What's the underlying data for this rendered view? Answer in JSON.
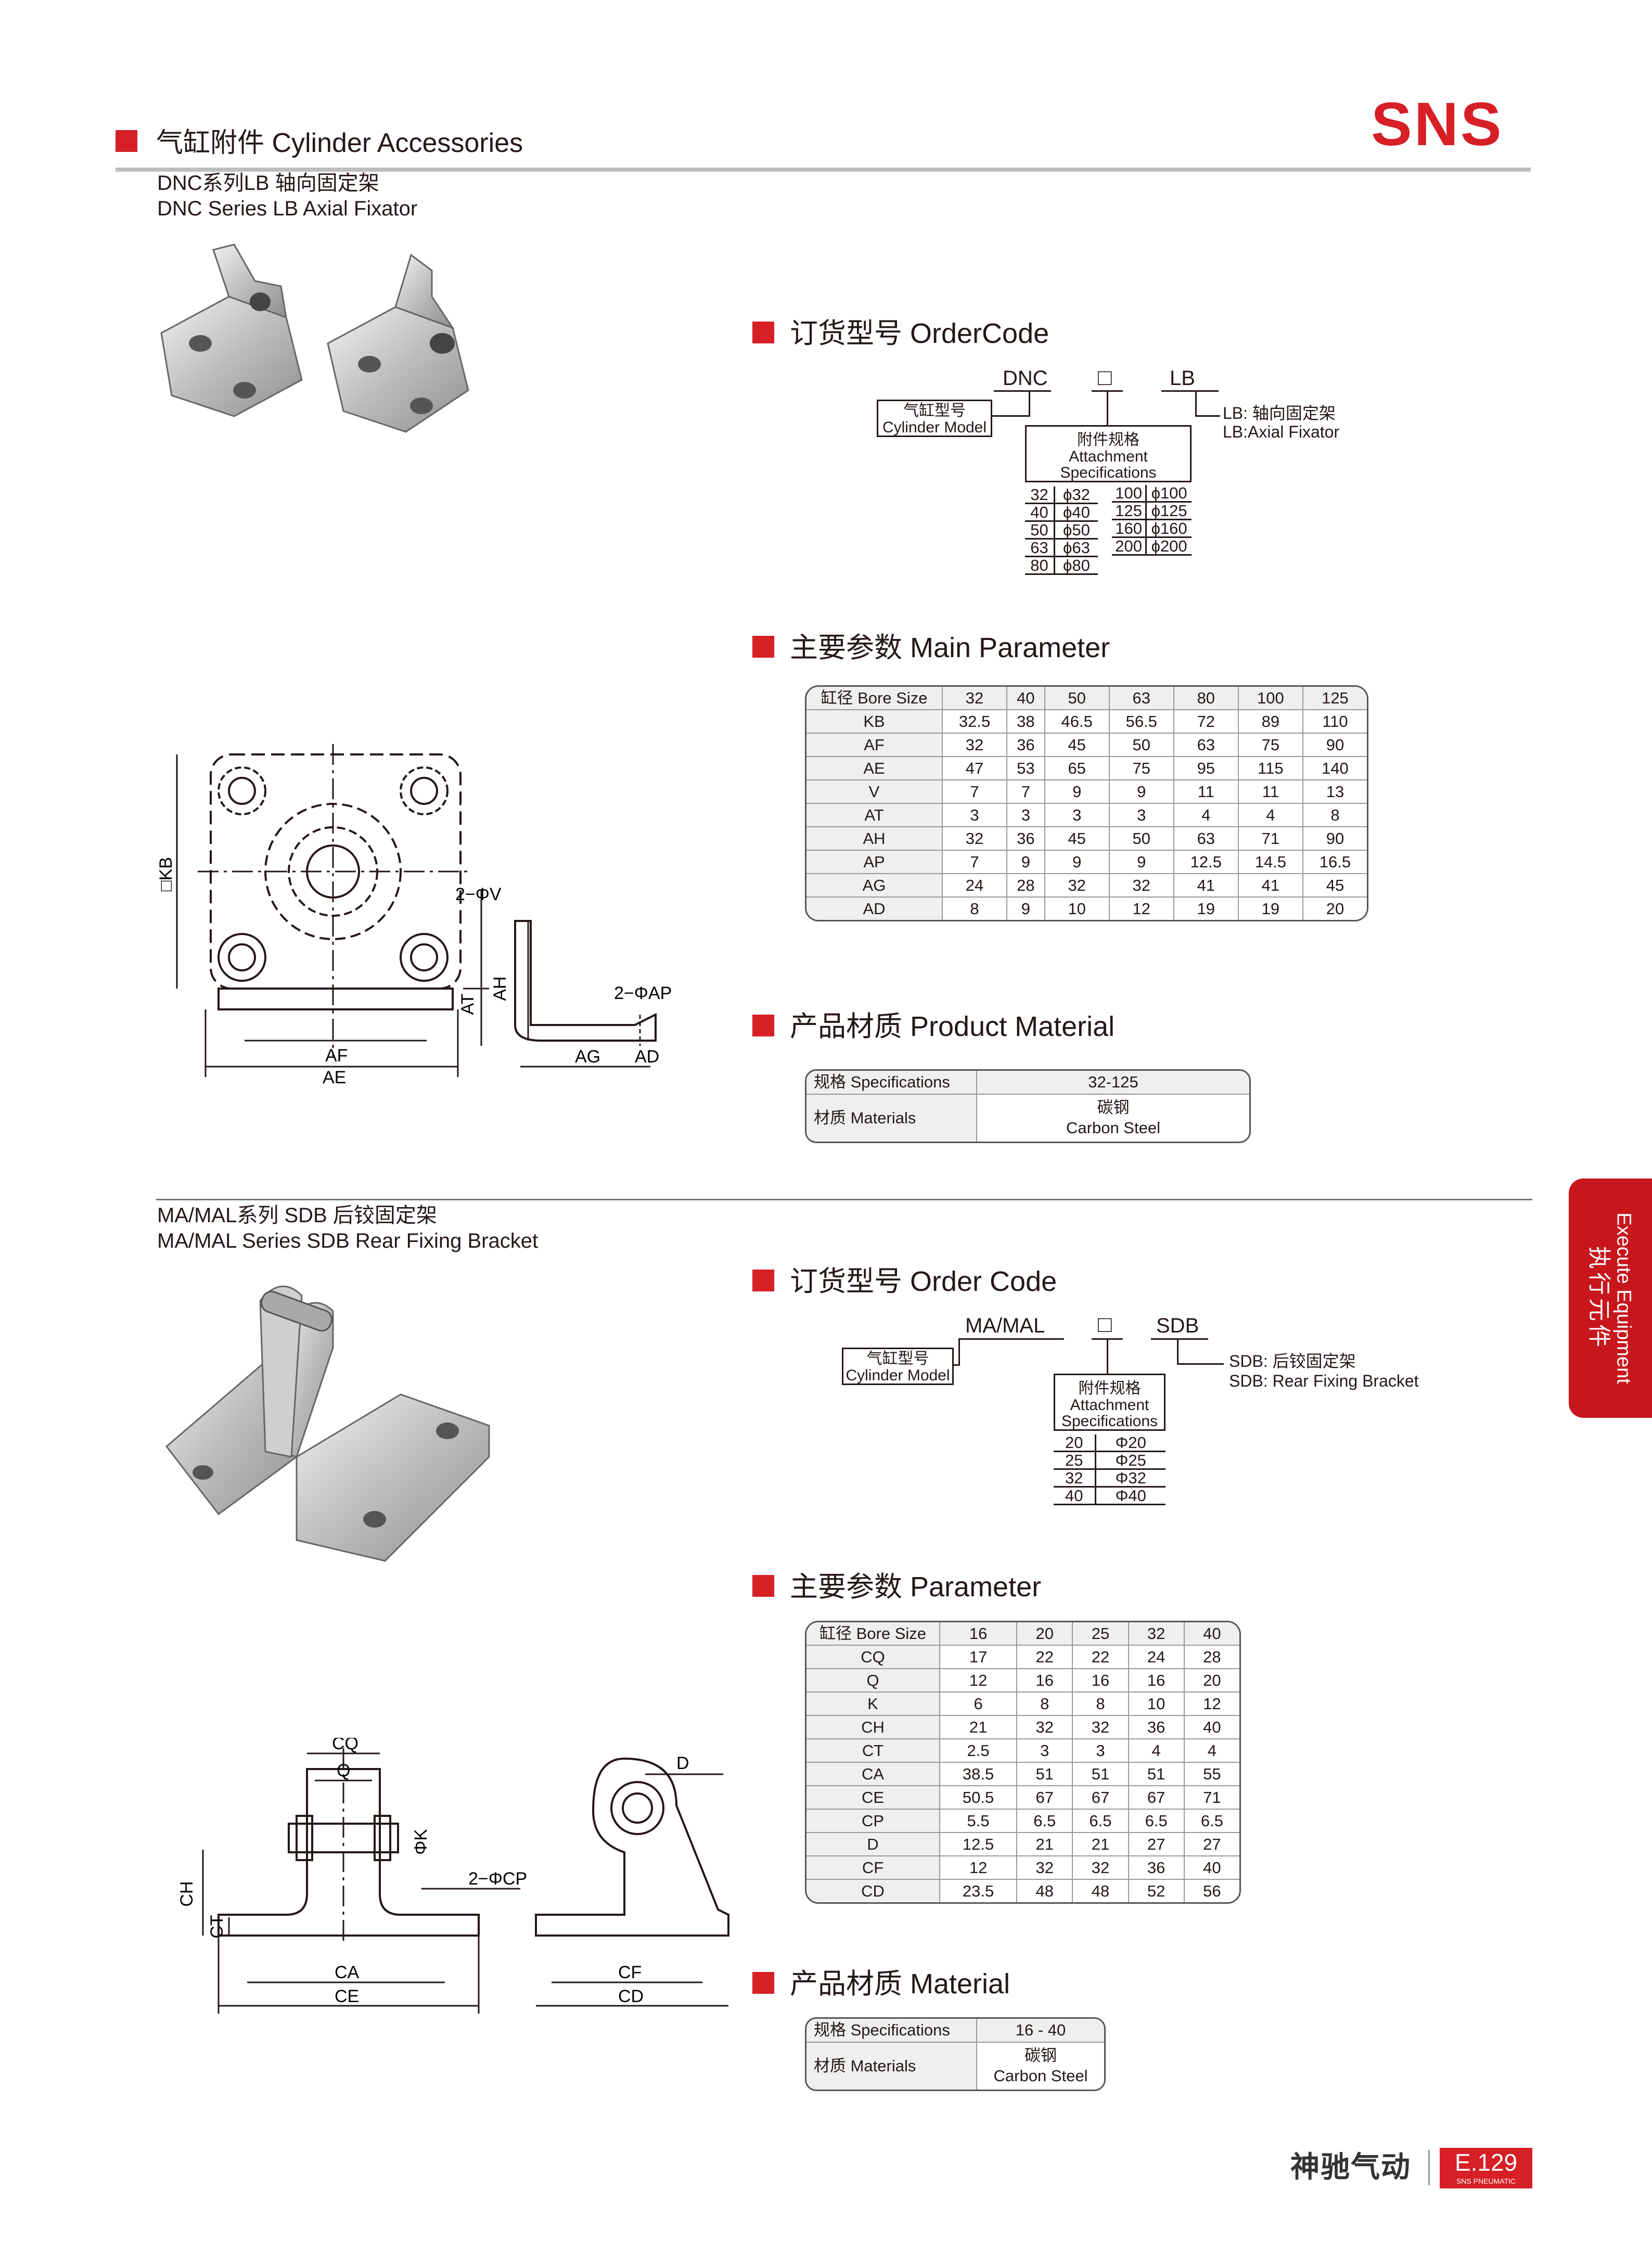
{
  "header": {
    "title": "气缸附件 Cylinder Accessories",
    "brand": "SNS"
  },
  "lb": {
    "series_cn": "DNC系列LB 轴向固定架",
    "series_en": "DNC Series LB Axial Fixator",
    "order_title": "订货型号 OrderCode",
    "code_prefix": "DNC",
    "code_box": "□",
    "code_suffix": "LB",
    "cylinder_model": "气缸型号 Cylinder Model",
    "attach_spec": "附件规格 Attachment Specifications",
    "suffix_cn": "LB: 轴向固定架",
    "suffix_en": "LB:Axial Fixator",
    "codes_a": [
      [
        "32",
        "ϕ32"
      ],
      [
        "40",
        "ϕ40"
      ],
      [
        "50",
        "ϕ50"
      ],
      [
        "63",
        "ϕ63"
      ],
      [
        "80",
        "ϕ80"
      ]
    ],
    "codes_b": [
      [
        "100",
        "ϕ100"
      ],
      [
        "125",
        "ϕ125"
      ],
      [
        "160",
        "ϕ160"
      ],
      [
        "200",
        "ϕ200"
      ]
    ],
    "param_title": "主要参数 Main Parameter",
    "param_rows": [
      [
        "缸径 Bore Size",
        "32",
        "40",
        "50",
        "63",
        "80",
        "100",
        "125"
      ],
      [
        "KB",
        "32.5",
        "38",
        "46.5",
        "56.5",
        "72",
        "89",
        "110"
      ],
      [
        "AF",
        "32",
        "36",
        "45",
        "50",
        "63",
        "75",
        "90"
      ],
      [
        "AE",
        "47",
        "53",
        "65",
        "75",
        "95",
        "115",
        "140"
      ],
      [
        "V",
        "7",
        "7",
        "9",
        "9",
        "11",
        "11",
        "13"
      ],
      [
        "AT",
        "3",
        "3",
        "3",
        "3",
        "4",
        "4",
        "8"
      ],
      [
        "AH",
        "32",
        "36",
        "45",
        "50",
        "63",
        "71",
        "90"
      ],
      [
        "AP",
        "7",
        "9",
        "9",
        "9",
        "12.5",
        "14.5",
        "16.5"
      ],
      [
        "AG",
        "24",
        "28",
        "32",
        "32",
        "41",
        "41",
        "45"
      ],
      [
        "AD",
        "8",
        "9",
        "10",
        "12",
        "19",
        "19",
        "20"
      ]
    ],
    "material_title": "产品材质 Product Material",
    "spec_label": "规格 Specifications",
    "spec_value": "32-125",
    "mat_label": "材质 Materials",
    "mat_cn": "碳钢",
    "mat_en": "Carbon Steel",
    "dims": {
      "kb": "□KB",
      "v": "2−ΦV",
      "ah": "AH",
      "at": "AT",
      "ap": "2−ΦAP",
      "af": "AF",
      "ae": "AE",
      "ag": "AG",
      "ad": "AD"
    }
  },
  "sdb": {
    "series_cn": "MA/MAL系列 SDB 后铰固定架",
    "series_en": "MA/MAL Series SDB Rear Fixing Bracket",
    "order_title": "订货型号 Order Code",
    "code_prefix": "MA/MAL",
    "code_box": "□",
    "code_suffix": "SDB",
    "cylinder_model": "气缸型号 Cylinder Model",
    "attach_spec": "附件规格 Attachment Specifications",
    "suffix_cn": "SDB: 后铰固定架",
    "suffix_en": "SDB: Rear Fixing Bracket",
    "codes": [
      [
        "20",
        "Φ20"
      ],
      [
        "25",
        "Φ25"
      ],
      [
        "32",
        "Φ32"
      ],
      [
        "40",
        "Φ40"
      ]
    ],
    "param_title": "主要参数 Parameter",
    "param_rows": [
      [
        "缸径 Bore Size",
        "16",
        "20",
        "25",
        "32",
        "40"
      ],
      [
        "CQ",
        "17",
        "22",
        "22",
        "24",
        "28"
      ],
      [
        "Q",
        "12",
        "16",
        "16",
        "16",
        "20"
      ],
      [
        "K",
        "6",
        "8",
        "8",
        "10",
        "12"
      ],
      [
        "CH",
        "21",
        "32",
        "32",
        "36",
        "40"
      ],
      [
        "CT",
        "2.5",
        "3",
        "3",
        "4",
        "4"
      ],
      [
        "CA",
        "38.5",
        "51",
        "51",
        "51",
        "55"
      ],
      [
        "CE",
        "50.5",
        "67",
        "67",
        "67",
        "71"
      ],
      [
        "CP",
        "5.5",
        "6.5",
        "6.5",
        "6.5",
        "6.5"
      ],
      [
        "D",
        "12.5",
        "21",
        "21",
        "27",
        "27"
      ],
      [
        "CF",
        "12",
        "32",
        "32",
        "36",
        "40"
      ],
      [
        "CD",
        "23.5",
        "48",
        "48",
        "52",
        "56"
      ]
    ],
    "material_title": "产品材质 Material",
    "spec_label": "规格 Specifications",
    "spec_value": "16 - 40",
    "mat_label": "材质 Materials",
    "mat_cn": "碳钢",
    "mat_en": "Carbon Steel",
    "dims": {
      "cq": "CQ",
      "q": "Q",
      "k": "ΦK",
      "ch": "CH",
      "ct": "CT",
      "cp": "2−ΦCP",
      "ca": "CA",
      "ce": "CE",
      "d": "D",
      "cf": "CF",
      "cd": "CD"
    }
  },
  "side_tab": {
    "en": "Execute Equipment",
    "cn": "执行元件"
  },
  "footer": {
    "company": "神驰气动",
    "page": "E.129",
    "sub": "SNS PNEUMATIC"
  }
}
